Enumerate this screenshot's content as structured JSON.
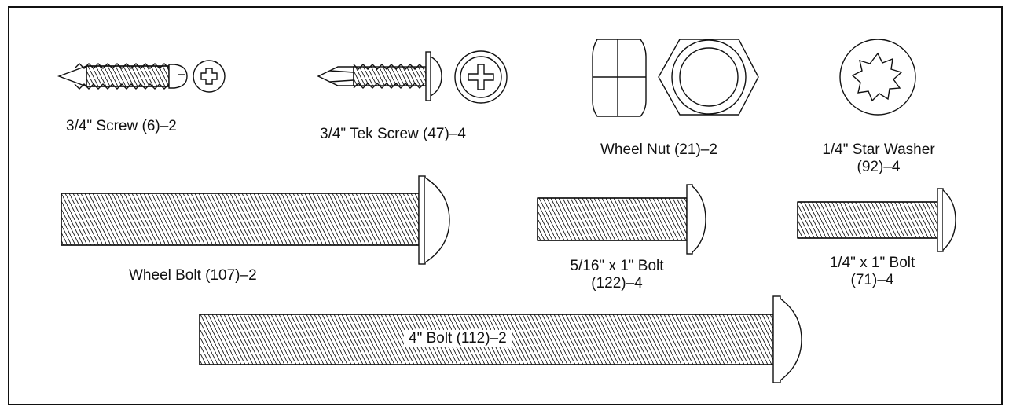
{
  "parts": {
    "screw": {
      "name": "3/4\" Screw (6)–2"
    },
    "tek_screw": {
      "name": "3/4\" Tek Screw (47)–4"
    },
    "wheel_nut": {
      "name": "Wheel Nut (21)–2"
    },
    "star_washer": {
      "line1": "1/4\" Star Washer",
      "line2": "(92)–4"
    },
    "wheel_bolt": {
      "name": "Wheel Bolt (107)–2"
    },
    "bolt_5_16": {
      "line1": "5/16\" x 1\" Bolt",
      "line2": "(122)–4"
    },
    "bolt_1_4": {
      "line1": "1/4\" x 1\" Bolt",
      "line2": "(71)–4"
    },
    "bolt_4": {
      "name": "4\" Bolt (112)–2"
    }
  },
  "colors": {
    "ink": "#111111",
    "paper": "#ffffff"
  }
}
